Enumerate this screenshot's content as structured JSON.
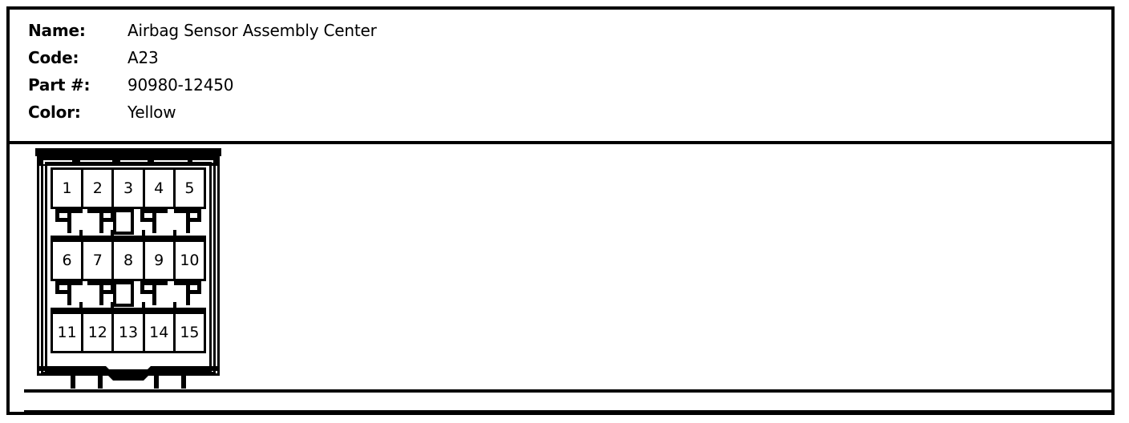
{
  "document": {
    "type": "connector-pinout-sheet",
    "background_color": "#ffffff",
    "line_color": "#000000"
  },
  "header": {
    "fields": [
      {
        "label": "Name:",
        "value": "Airbag Sensor Assembly Center"
      },
      {
        "label": "Code:",
        "value": "A23"
      },
      {
        "label": "Part #:",
        "value": "90980-12450"
      },
      {
        "label": "Color:",
        "value": "Yellow"
      }
    ]
  },
  "connector": {
    "name": "15-pin rectangular connector",
    "rows": [
      {
        "pins": [
          "1",
          "2",
          "3",
          "4",
          "5"
        ]
      },
      {
        "pins": [
          "6",
          "7",
          "8",
          "9",
          "10"
        ]
      },
      {
        "pins": [
          "11",
          "12",
          "13",
          "14",
          "15"
        ]
      }
    ],
    "pin_count": 15,
    "row_count": 3,
    "columns_per_row": 5,
    "has_top_latch_rail": true,
    "has_bottom_legs": true,
    "separator_count": 2
  },
  "footer": {
    "strip_label": ""
  }
}
